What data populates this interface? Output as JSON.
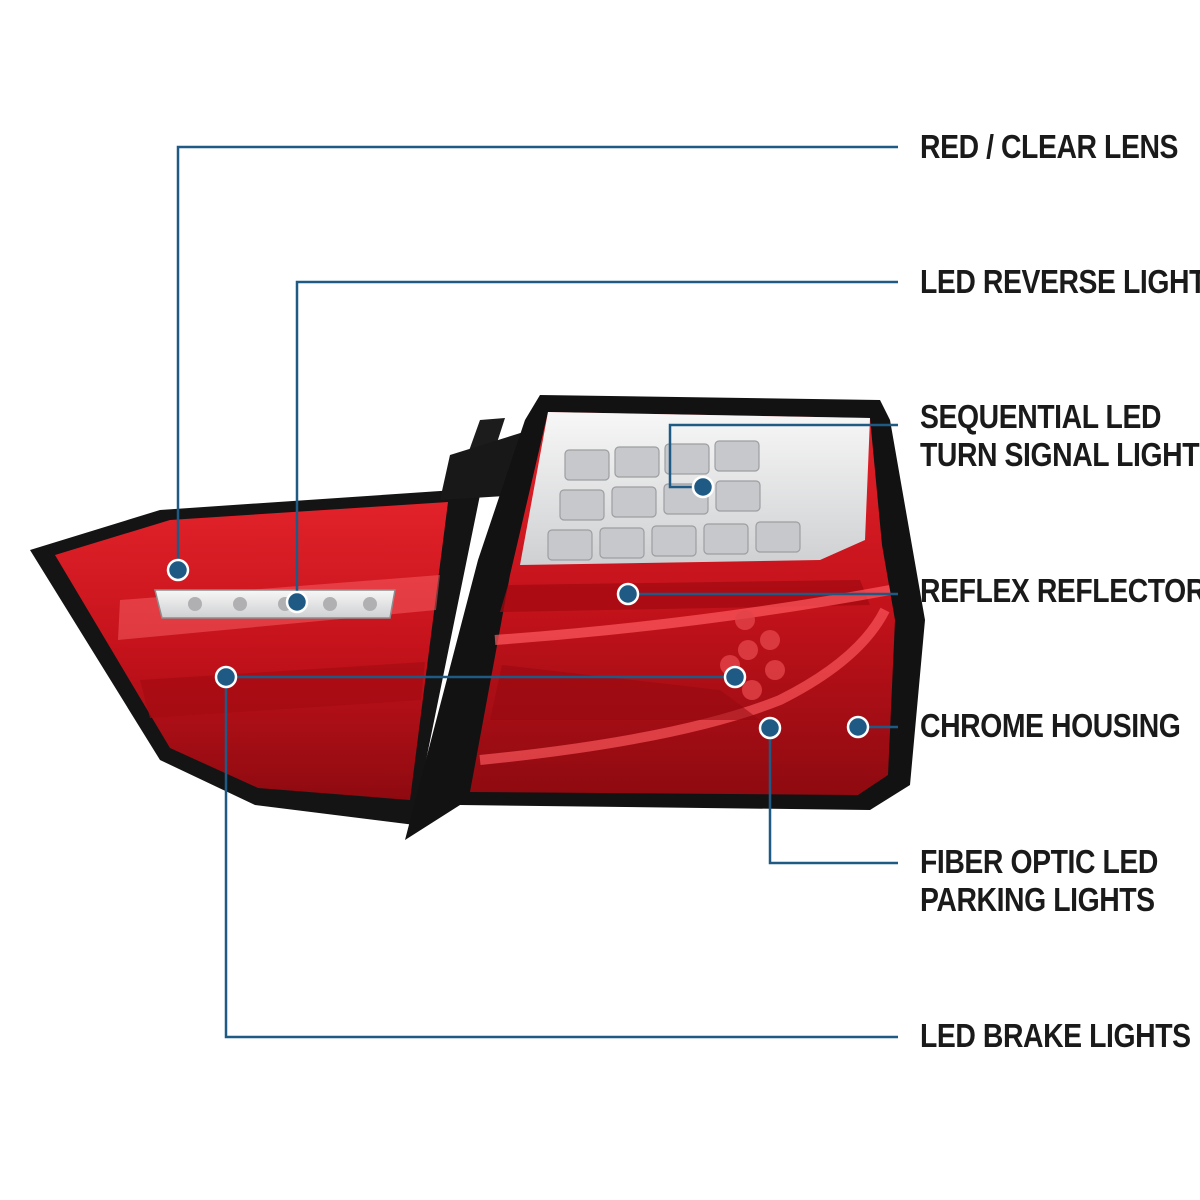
{
  "colors": {
    "leader_line": "#1f5a85",
    "dot": "#1f5a85",
    "lens_red": "#c8141c",
    "lens_clear": "#e9e9ea",
    "housing_black": "#121212"
  },
  "callouts": [
    {
      "id": "red-clear-lens",
      "lines": [
        "RED / CLEAR LENS"
      ]
    },
    {
      "id": "led-reverse-light",
      "lines": [
        "LED REVERSE LIGHT"
      ]
    },
    {
      "id": "sequential-turn-signal",
      "lines": [
        "SEQUENTIAL LED",
        "TURN SIGNAL LIGHT"
      ]
    },
    {
      "id": "reflex-reflectors",
      "lines": [
        "REFLEX REFLECTORS"
      ]
    },
    {
      "id": "chrome-housing",
      "lines": [
        "CHROME HOUSING"
      ]
    },
    {
      "id": "fiber-optic-parking",
      "lines": [
        "FIBER OPTIC LED",
        "PARKING LIGHTS"
      ]
    },
    {
      "id": "led-brake-lights",
      "lines": [
        "LED BRAKE LIGHTS"
      ]
    }
  ]
}
